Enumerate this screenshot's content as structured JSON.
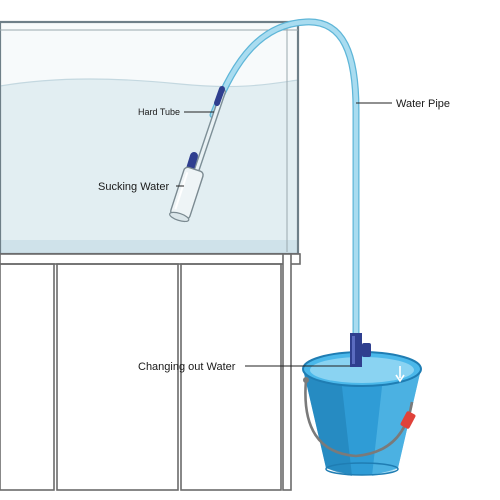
{
  "labels": {
    "hard_tube": "Hard Tube",
    "sucking_water": "Sucking Water",
    "water_pipe": "Water Pipe",
    "changing_out_water": "Changing out Water"
  },
  "colors": {
    "tank_water": "#e2eef2",
    "tank_water_dark": "#cfe2ea",
    "tank_frame": "#6e7f88",
    "cabinet_line": "#6b6b6b",
    "pipe": "#8fd0ea",
    "pipe_edge": "#5fb6d8",
    "bucket": "#39a7dd",
    "bucket_dark": "#1f7db3",
    "bucket_rim": "#4bb8ea",
    "handle": "#7a7a7a",
    "valve": "#2f3f8f",
    "accent_red": "#e0423a"
  }
}
